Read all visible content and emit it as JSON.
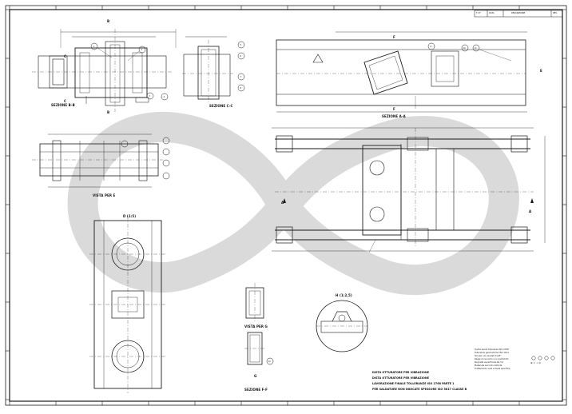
{
  "drawing": {
    "watermark_color": "#d4d4d4",
    "line_color": "#1a1a1a",
    "views": {
      "section_b": "SEZIONE B-B",
      "section_c": "SEZIONE C-C",
      "section_a": "SEZIONE A-A",
      "vista_e": "VISTA PER E",
      "detail_d": "D (1:5)",
      "vista_g": "VISTA PER G",
      "section_f": "SEZIONE F-F",
      "detail_h": "H (1:2,5)"
    },
    "section_letters": [
      "A",
      "A",
      "B",
      "B",
      "C",
      "C",
      "E",
      "F",
      "F",
      "G"
    ],
    "notes": [
      "DISTA OTTURATORE PER VIBRAZIONE",
      "DISTA OTTURATORE PER VIBRAZIONE",
      "LAVORAZIONE FINALE TOLLERANZE ISO 2768 PARTE 1",
      "PER SALDATURE NON INDICATE SPESSORE ISO 5817 CLASSE B"
    ],
    "right_notes": [
      "Quote senza tolleranza ISO 2768",
      "Tolleranze geometriche ISO 1101",
      "Smussi non quotati 1x45°",
      "Raggi di raccordo non quotati R1",
      "Rugosità superficiale Ra 3,2",
      "Materiale secondo distinta",
      "Trattamento vedi scheda specifica"
    ],
    "title_block": [
      "F. N°",
      "DATA",
      "DESCRIZIONE",
      "REV."
    ],
    "balloons": [
      "1",
      "2",
      "3",
      "4",
      "5",
      "6",
      "7",
      "8",
      "9",
      "10",
      "11",
      "12"
    ],
    "symbols": "⊕ ▽ ⊥ ∅"
  }
}
